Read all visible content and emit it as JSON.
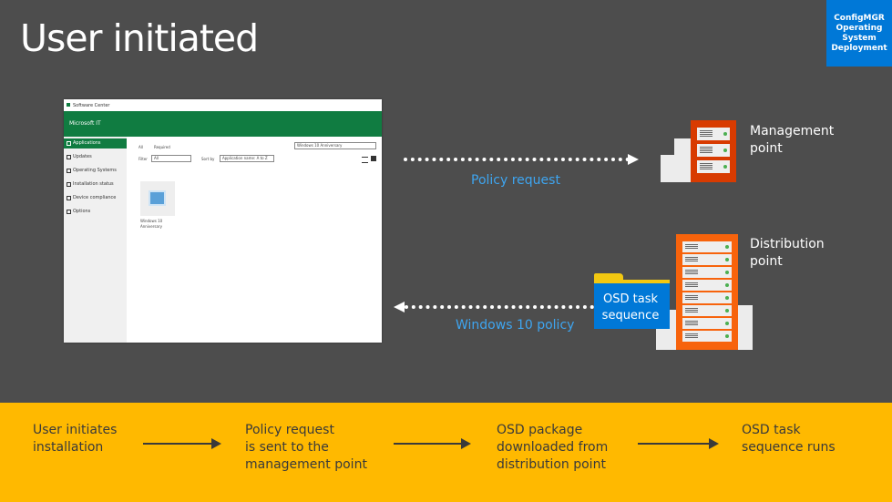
{
  "slide": {
    "title": "User initiated",
    "badge": [
      "ConfigMGR",
      "Operating",
      "System",
      "Deployment"
    ]
  },
  "software_center": {
    "window_title": "Software Center",
    "org_name": "Microsoft IT",
    "nav": [
      "Applications",
      "Updates",
      "Operating Systems",
      "Installation status",
      "Device compliance",
      "Options"
    ],
    "filter_label": "Filter",
    "filter_value": "All",
    "sort_label": "Sort by",
    "sort_value": "Application name: A to Z",
    "tab_all": "All",
    "tab_required": "Required",
    "search_value": "Windows 10 Anniversary",
    "tile_name_line1": "Windows 10",
    "tile_name_line2": "Anniversary"
  },
  "diagram": {
    "policy_request": "Policy request",
    "windows_policy": "Windows 10 policy",
    "management_point": [
      "Management",
      "point"
    ],
    "distribution_point": [
      "Distribution",
      "point"
    ],
    "osd_task_sequence": [
      "OSD task",
      "sequence"
    ]
  },
  "steps": [
    [
      "User initiates",
      "installation"
    ],
    [
      "Policy request",
      "is sent to the",
      "management point"
    ],
    [
      "OSD package",
      "downloaded from",
      "distribution point"
    ],
    [
      "OSD task",
      "sequence runs"
    ]
  ],
  "colors": {
    "background": "#4d4d4d",
    "badge": "#0078d7",
    "band": "#ffb900",
    "accent_blue": "#3ea5f0",
    "management_server": "#d83b01",
    "distribution_server": "#f7630c",
    "sc_header": "#107c41"
  }
}
